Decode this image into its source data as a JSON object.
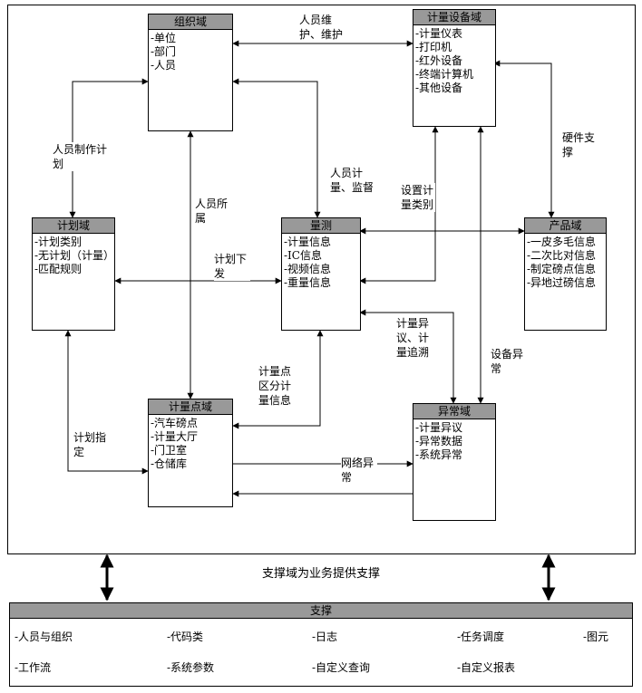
{
  "colors": {
    "box_header": "#999999",
    "border": "#000000",
    "line": "#000000",
    "background": "#ffffff"
  },
  "boxes": {
    "org": {
      "title": "组织域",
      "items": [
        "-单位",
        "-部门",
        "-人员"
      ]
    },
    "device": {
      "title": "计量设备域",
      "items": [
        "-计量仪表",
        "-打印机",
        "-红外设备",
        "-终端计算机",
        "-其他设备"
      ]
    },
    "plan": {
      "title": "计划域",
      "items": [
        "-计划类别",
        "-无计划（计量）",
        "-匹配规则"
      ]
    },
    "measure": {
      "title": "量测",
      "items": [
        "-计量信息",
        "-IC信息",
        "-视频信息",
        "-重量信息"
      ]
    },
    "product": {
      "title": "产品域",
      "items": [
        "-一皮多毛信息",
        "-二次比对信息",
        "-制定磅点信息",
        "-异地过磅信息"
      ]
    },
    "point": {
      "title": "计量点域",
      "items": [
        "-汽车磅点",
        "-计量大厅",
        "-门卫室",
        "-仓储库"
      ]
    },
    "exception": {
      "title": "异常域",
      "items": [
        "-计量异议",
        "-异常数据",
        "-系统异常"
      ]
    }
  },
  "edge_labels": {
    "staff_maintain": "人员维护、维护",
    "hardware_support": "硬件支撑",
    "person_measure": "人员计量、监督",
    "person_belong": "人员所属",
    "make_plan": "人员制作计划",
    "plan_dispatch": "计划下发",
    "set_category": "设置计量类别",
    "device_exception": "设备异常",
    "measure_exception": "计量异议、计量追溯",
    "point_info": "计量点区分计量信息",
    "plan_assign": "计划指定",
    "network_exception": "网络异常"
  },
  "support": {
    "title": "支撑",
    "row1": [
      "-人员与组织",
      "-代码类",
      "-日志",
      "-任务调度",
      "-图元"
    ],
    "row2": [
      "-工作流",
      "-系统参数",
      "-自定义查询",
      "-自定义报表"
    ]
  },
  "caption": "支撑域为业务提供支撑"
}
